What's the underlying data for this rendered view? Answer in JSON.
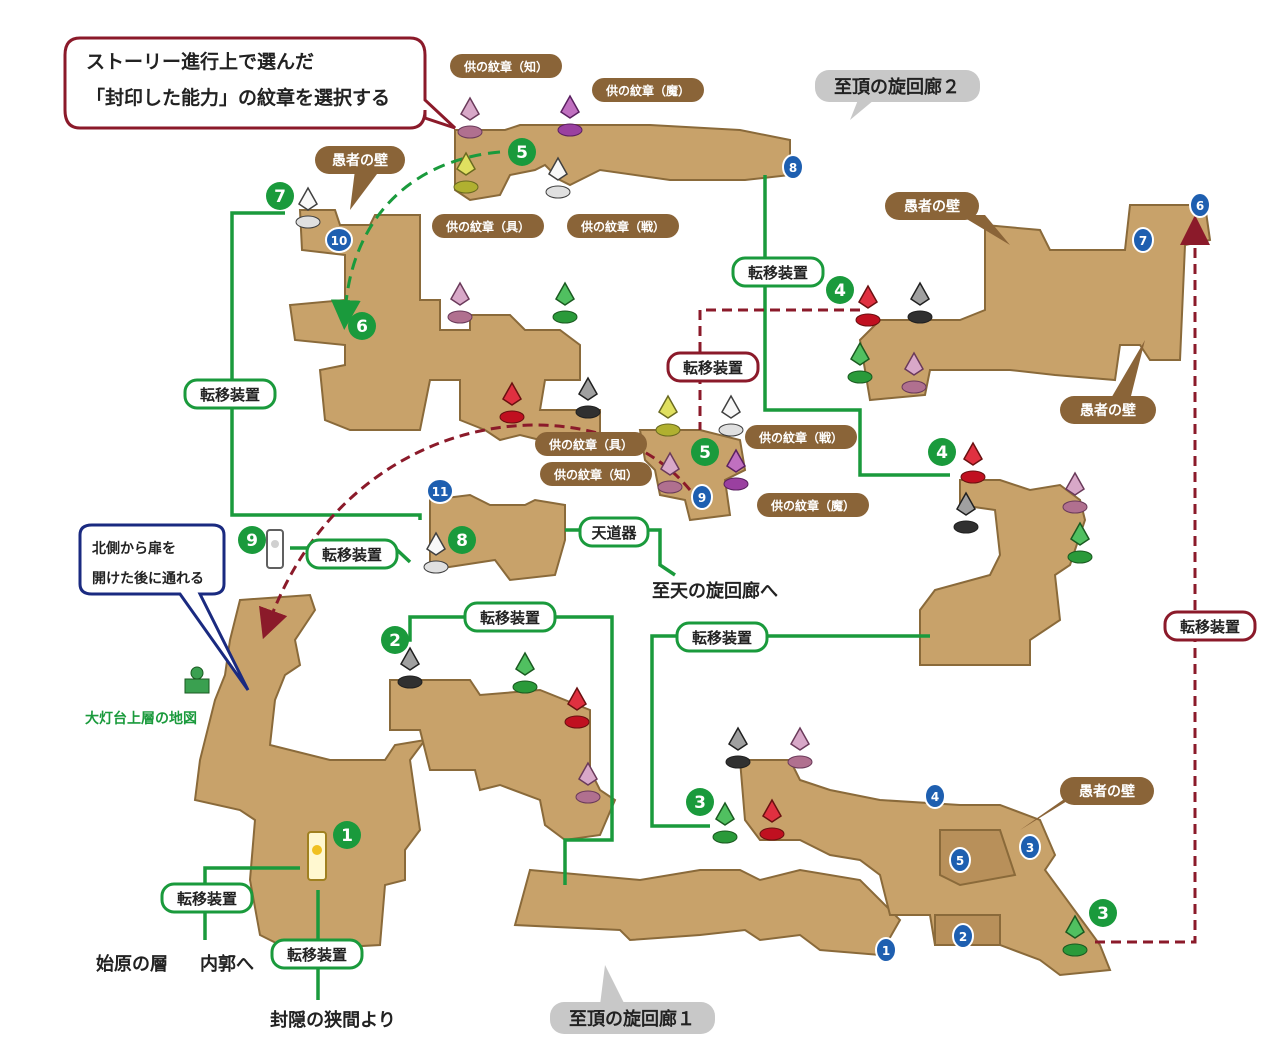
{
  "callout": {
    "line1": "ストーリー進行上で選んだ",
    "line2": "「封印した能力」の紋章を選択する"
  },
  "door_note": {
    "line1": "北側から扉を",
    "line2": "開けた後に通れる"
  },
  "areas": {
    "corridor2": "至頂の旋回廊２",
    "corridor1": "至頂の旋回廊１",
    "heaven": "至天の旋回廊へ",
    "origin": "始原の層",
    "inner": "内郭へ",
    "from": "封隠の狭間より",
    "upper_map": "大灯台上層の地図"
  },
  "labels": {
    "wall": "愚者の壁",
    "teleporter": "転移装置",
    "heaven_road": "天道器",
    "crest_wisdom": "供の紋章（知）",
    "crest_magic": "供の紋章（魔）",
    "crest_tool": "供の紋章（具）",
    "crest_battle": "供の紋章（戦）"
  },
  "green_nums": [
    "1",
    "2",
    "3",
    "3",
    "4",
    "4",
    "5",
    "5",
    "6",
    "7",
    "8",
    "9"
  ],
  "blue_nums": [
    "1",
    "2",
    "3",
    "4",
    "5",
    "6",
    "7",
    "8",
    "9",
    "10",
    "11"
  ],
  "colors": {
    "floor": "#c8a26a",
    "floor_edge": "#8a6a3a",
    "green": "#1a9a3c",
    "blue": "#1e5fb0",
    "brown": "#8a6438",
    "dark_red": "#8b1a2a",
    "navy": "#1a2a80",
    "gray": "#c8c8c8"
  }
}
